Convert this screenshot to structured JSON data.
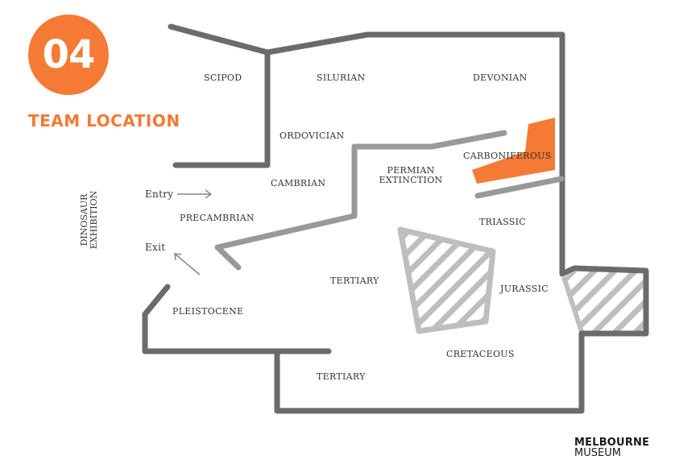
{
  "header": {
    "number": "04",
    "title": "TEAM LOCATION"
  },
  "colors": {
    "accent": "#f47a35",
    "wall_dark": "#6b6b6d",
    "wall_light": "#a8a9ab",
    "hatch": "#bdbec0"
  },
  "map": {
    "side_label": [
      "DINOSAUR",
      "EXHIBITION"
    ],
    "entry": "Entry",
    "exit": "Exit",
    "zones": {
      "scipod": "SCIPOD",
      "silurian": "SILURIAN",
      "devonian": "DEVONIAN",
      "ordovician": "ORDOVICIAN",
      "carboniferous": "CARBONIFEROUS",
      "permian_1": "PERMIAN",
      "permian_2": "EXTINCTION",
      "cambrian": "CAMBRIAN",
      "precambrian": "PRECAMBRIAN",
      "triassic": "TRIASSIC",
      "tertiary_main": "TERTIARY",
      "jurassic": "JURASSIC",
      "pleistocene": "PLEISTOCENE",
      "cretaceous": "CRETACEOUS",
      "tertiary_lower": "TERTIARY"
    },
    "highlighted_zone": "CARBONIFEROUS"
  },
  "logo": {
    "line1": "MELBOURNE",
    "line2": "MUSEUM"
  }
}
